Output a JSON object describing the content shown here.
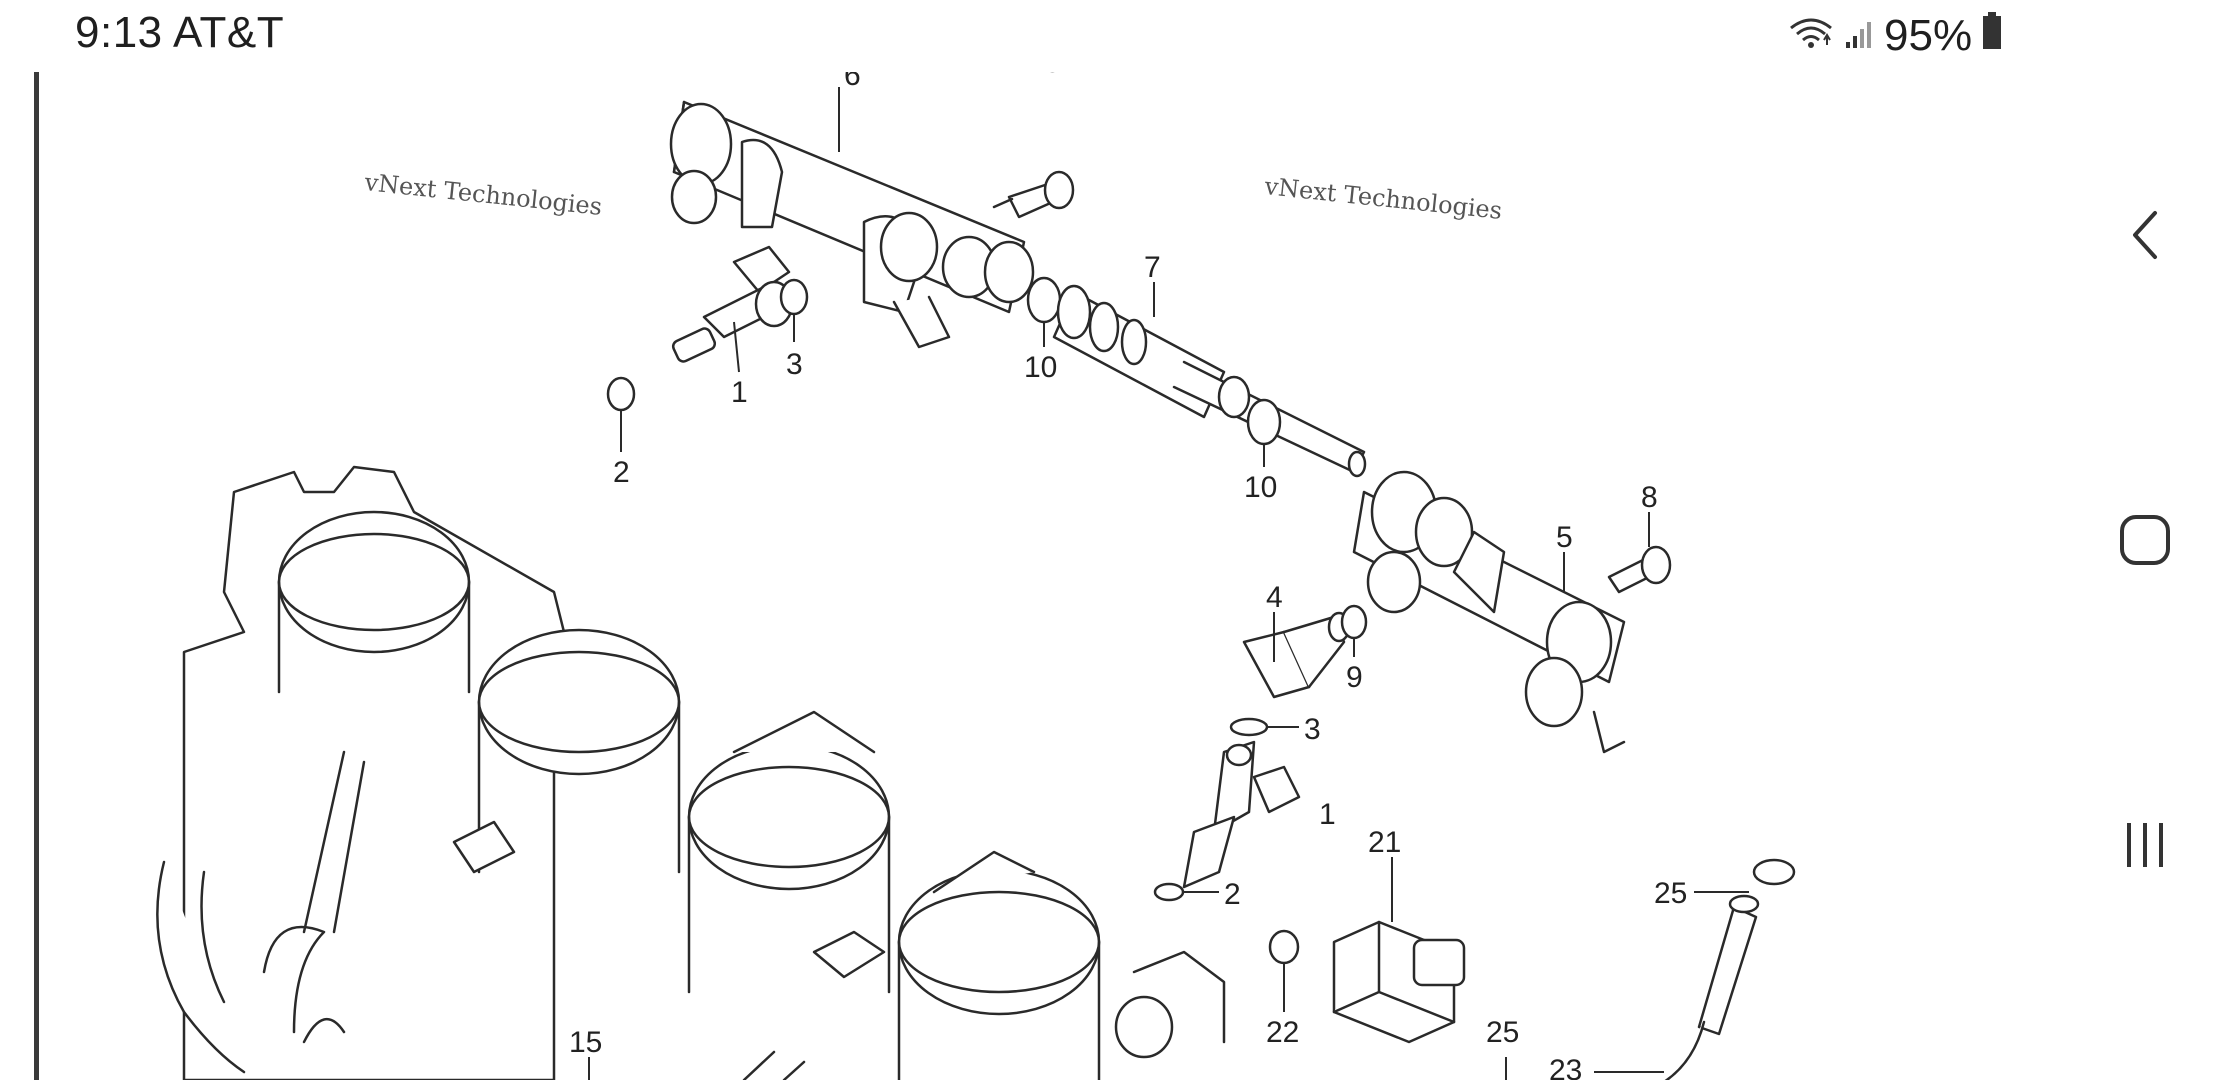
{
  "status_bar": {
    "time": "9:13",
    "carrier": "AT&T",
    "battery": "95%",
    "icons": [
      "wifi-icon",
      "signal-icon",
      "battery-icon"
    ]
  },
  "diagram": {
    "watermark": "vNext Technologies",
    "callouts": {
      "c1a": "1",
      "c2a": "2",
      "c3a": "3",
      "c6": "6",
      "c8a": "8",
      "c10a": "10",
      "c7": "7",
      "c10b": "10",
      "c8b": "8",
      "c5": "5",
      "c4": "4",
      "c9": "9",
      "c3b": "3",
      "c1b": "1",
      "c21": "21",
      "c2b": "2",
      "c22": "22",
      "c25a": "25",
      "c25b": "25",
      "c15": "15",
      "c23": "23"
    }
  },
  "navigation": {
    "back": "back-icon",
    "home": "home-icon",
    "recents": "recents-icon"
  },
  "colors": {
    "line": "#2a2a2a",
    "background": "#ffffff",
    "text": "#1f1f1f"
  }
}
